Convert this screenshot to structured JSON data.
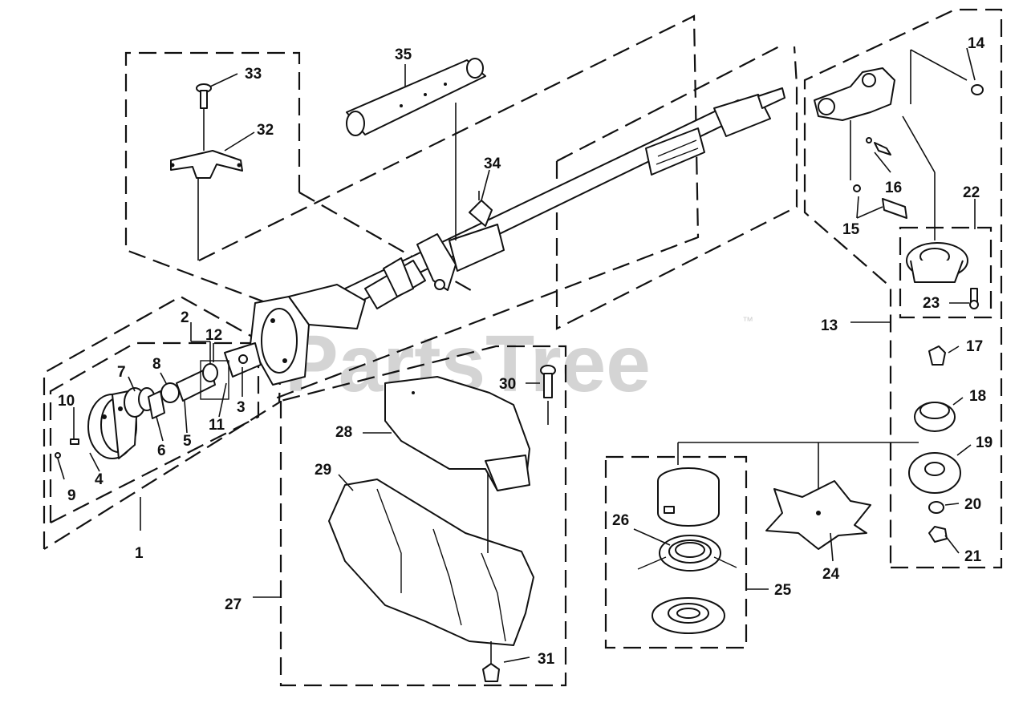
{
  "watermark": {
    "text": "PartsTree",
    "trademark": "™"
  },
  "callouts": {
    "c1": "1",
    "c2": "2",
    "c3": "3",
    "c4": "4",
    "c5": "5",
    "c6": "6",
    "c7": "7",
    "c8": "8",
    "c9": "9",
    "c10": "10",
    "c11": "11",
    "c12": "12",
    "c13": "13",
    "c14": "14",
    "c15": "15",
    "c16": "16",
    "c17": "17",
    "c18": "18",
    "c19": "19",
    "c20": "20",
    "c21": "21",
    "c22": "22",
    "c23": "23",
    "c24": "24",
    "c25": "25",
    "c26": "26",
    "c27": "27",
    "c28": "28",
    "c29": "29",
    "c30": "30",
    "c31": "31",
    "c32": "32",
    "c33": "33",
    "c34": "34",
    "c35": "35"
  }
}
